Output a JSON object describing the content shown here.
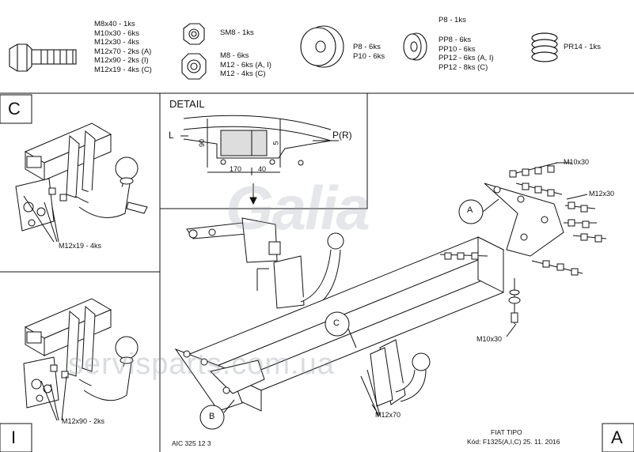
{
  "parts": {
    "bolts": [
      "M8x40 - 1ks",
      "M10x30 - 6ks",
      "M12x30 - 4ks",
      "M12x70 - 2ks (A)",
      "M12x90 - 2ks (I)",
      "M12x19 - 4ks (C)"
    ],
    "nut_sm": "SM8 - 1ks",
    "nuts": [
      "M8 - 6ks",
      "M12 - 6ks (A, I)",
      "M12 - 4ks (C)"
    ],
    "washers_big": [
      "P8 - 6ks",
      "P10 - 6ks"
    ],
    "washers_small": [
      "P8 - 1ks",
      "PP8 - 6ks",
      "PP10 - 6ks",
      "PP12 - 6ks (A, I)",
      "PP12 - 8ks (C)"
    ],
    "spring": "PR14 - 1ks"
  },
  "panels": {
    "c_letter": "C",
    "i_letter": "I",
    "a_letter": "A",
    "c_bolt": "M12x19 - 4ks",
    "i_bolt": "M12x90 - 2ks"
  },
  "detail": {
    "title": "DETAIL",
    "left_label": "L",
    "right_label": "P(R)",
    "dim_90": "90",
    "dim_5": "5",
    "dim_170": "170",
    "dim_40": "40"
  },
  "main": {
    "callout_a": "A",
    "callout_b": "B",
    "callout_c": "C",
    "m10x30_top": "M10x30",
    "m12x30": "M12x30",
    "m10x30_bottom": "M10x30",
    "m12x70": "M12x70",
    "brand": "Galia",
    "watermark": "servisparts.com.ua"
  },
  "footer": {
    "aic": "AIC 325 12 3",
    "model": "FIAT TIPO",
    "code": "Kód: F1325(A,I,C)  25. 11. 2016"
  }
}
